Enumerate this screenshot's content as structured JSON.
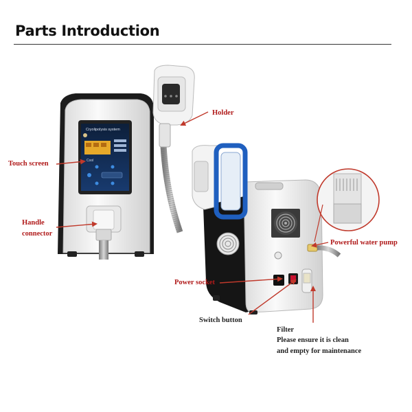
{
  "header": {
    "title": "Parts Introduction"
  },
  "front_device": {
    "screen_header": "Cryolipolysis system",
    "screen_button": "Cool"
  },
  "callouts": {
    "holder": "Holder",
    "touch_screen": "Touch screen",
    "handle_connector_line1": "Handle",
    "handle_connector_line2": "connector",
    "powerful_water_pump": "Powerful water pump",
    "power_socket": "Power socket",
    "switch_button": "Switch button",
    "filter": "Filter",
    "filter_note_line1": "Please ensure it is clean",
    "filter_note_line2": "and empty for maintenance"
  },
  "colors": {
    "arrow": "#c0392b",
    "label_red": "#b01a1a",
    "handle_blue": "#1f5fbf",
    "body_white": "#f2f2f2",
    "panel_black": "#1a1a1a"
  }
}
